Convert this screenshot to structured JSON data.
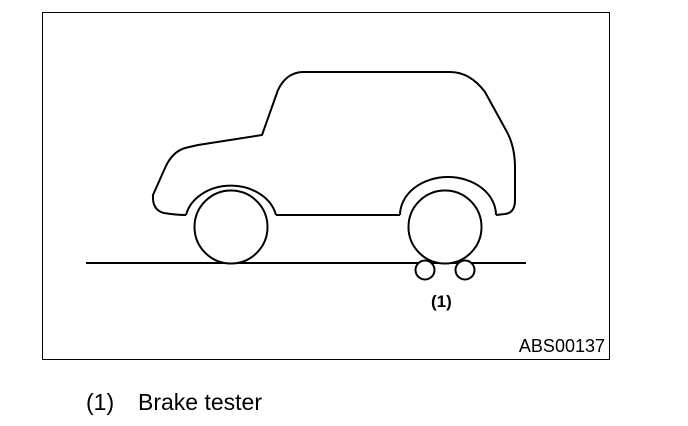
{
  "figure": {
    "callout": "(1)",
    "code": "ABS00137"
  },
  "legend": {
    "items": [
      {
        "number": "(1)",
        "text": "Brake tester"
      }
    ]
  },
  "colors": {
    "line": "#000000",
    "background": "#ffffff"
  }
}
